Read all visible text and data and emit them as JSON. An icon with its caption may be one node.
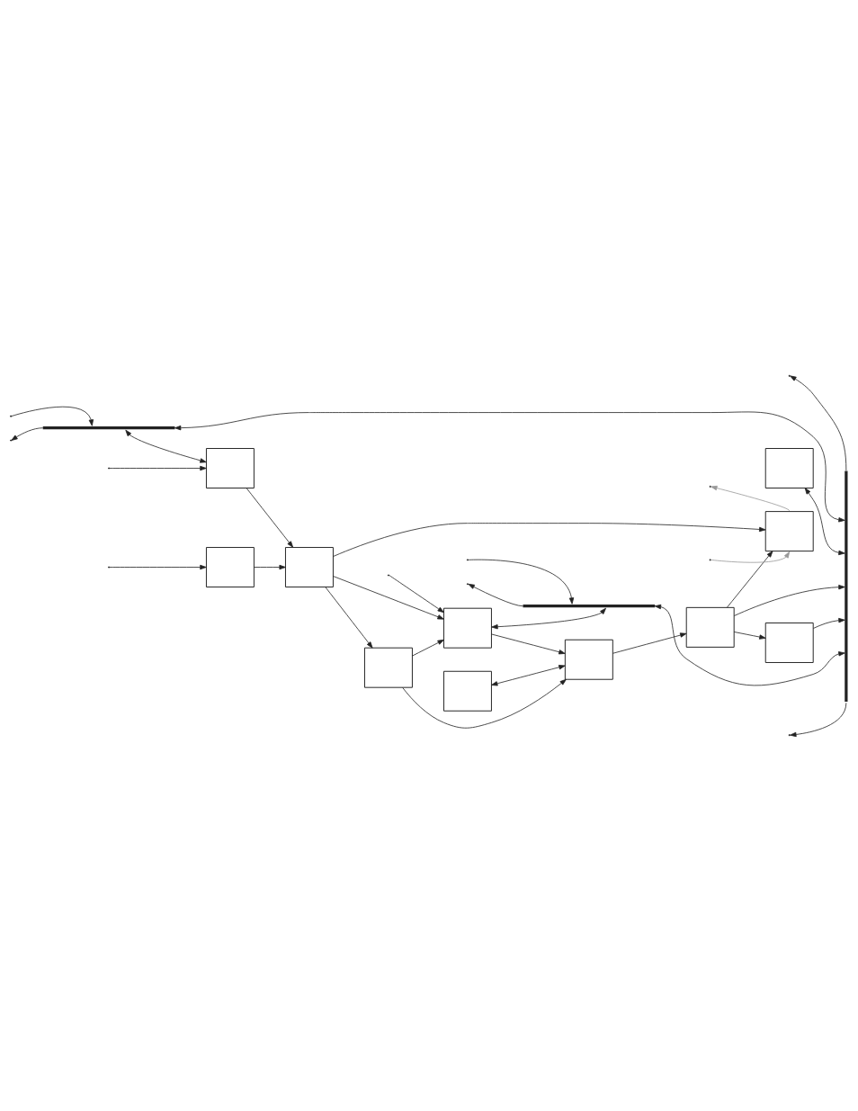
{
  "diagram": {
    "nodes": [
      {
        "text": [],
        "shape": "bar"
      },
      {
        "text": [],
        "shape": "box"
      },
      {
        "text": [],
        "shape": "box"
      },
      {
        "text": [],
        "shape": "box"
      },
      {
        "text": [],
        "shape": "box"
      },
      {
        "text": [],
        "shape": "box"
      },
      {
        "text": [],
        "shape": "box"
      },
      {
        "text": [],
        "shape": "box"
      },
      {
        "text": [],
        "shape": "box"
      },
      {
        "text": [],
        "shape": "box"
      },
      {
        "text": [],
        "shape": "box"
      },
      {
        "text": [],
        "shape": "box"
      },
      {
        "text": [],
        "shape": "bar"
      },
      {
        "text": [],
        "shape": "bar"
      }
    ],
    "edges": [
      {
        "from": null,
        "to": 0,
        "arrow": "to"
      },
      {
        "from": 0,
        "to": null,
        "arrow": "to"
      },
      {
        "from": 0,
        "to": 1,
        "arrow": "both"
      },
      {
        "from": 0,
        "to": 13,
        "arrow": "both"
      },
      {
        "from": null,
        "to": 1,
        "arrow": "to"
      },
      {
        "from": 1,
        "to": 3,
        "arrow": "to"
      },
      {
        "from": null,
        "to": 2,
        "arrow": "to"
      },
      {
        "from": 2,
        "to": 3,
        "arrow": "to"
      },
      {
        "from": 3,
        "to": 4,
        "arrow": "to"
      },
      {
        "from": 4,
        "to": null,
        "arrow": "to",
        "color": "#999999"
      },
      {
        "from": null,
        "to": 4,
        "arrow": "to",
        "color": "#999999"
      },
      {
        "from": 9,
        "to": 4,
        "arrow": "to"
      },
      {
        "from": 5,
        "to": 13,
        "arrow": "both"
      },
      {
        "from": 6,
        "to": 8,
        "arrow": "both"
      },
      {
        "from": 3,
        "to": 7,
        "arrow": "to"
      },
      {
        "from": 3,
        "to": 11,
        "arrow": "to"
      },
      {
        "from": 7,
        "to": 8,
        "arrow": "to"
      },
      {
        "from": 7,
        "to": 11,
        "arrow": "to"
      },
      {
        "from": 8,
        "to": 9,
        "arrow": "to"
      },
      {
        "from": 9,
        "to": 13,
        "arrow": "to"
      },
      {
        "from": 9,
        "to": 10,
        "arrow": "to"
      },
      {
        "from": 10,
        "to": 13,
        "arrow": "to"
      },
      {
        "from": null,
        "to": 11,
        "arrow": "to"
      },
      {
        "from": 11,
        "to": 8,
        "arrow": "to"
      },
      {
        "from": 11,
        "to": 12,
        "arrow": "both"
      },
      {
        "from": null,
        "to": 12,
        "arrow": "to"
      },
      {
        "from": 12,
        "to": null,
        "arrow": "to"
      },
      {
        "from": 12,
        "to": 13,
        "arrow": "both"
      },
      {
        "from": 13,
        "to": null,
        "arrow": "to"
      },
      {
        "from": 13,
        "to": null,
        "arrow": "to"
      }
    ]
  }
}
